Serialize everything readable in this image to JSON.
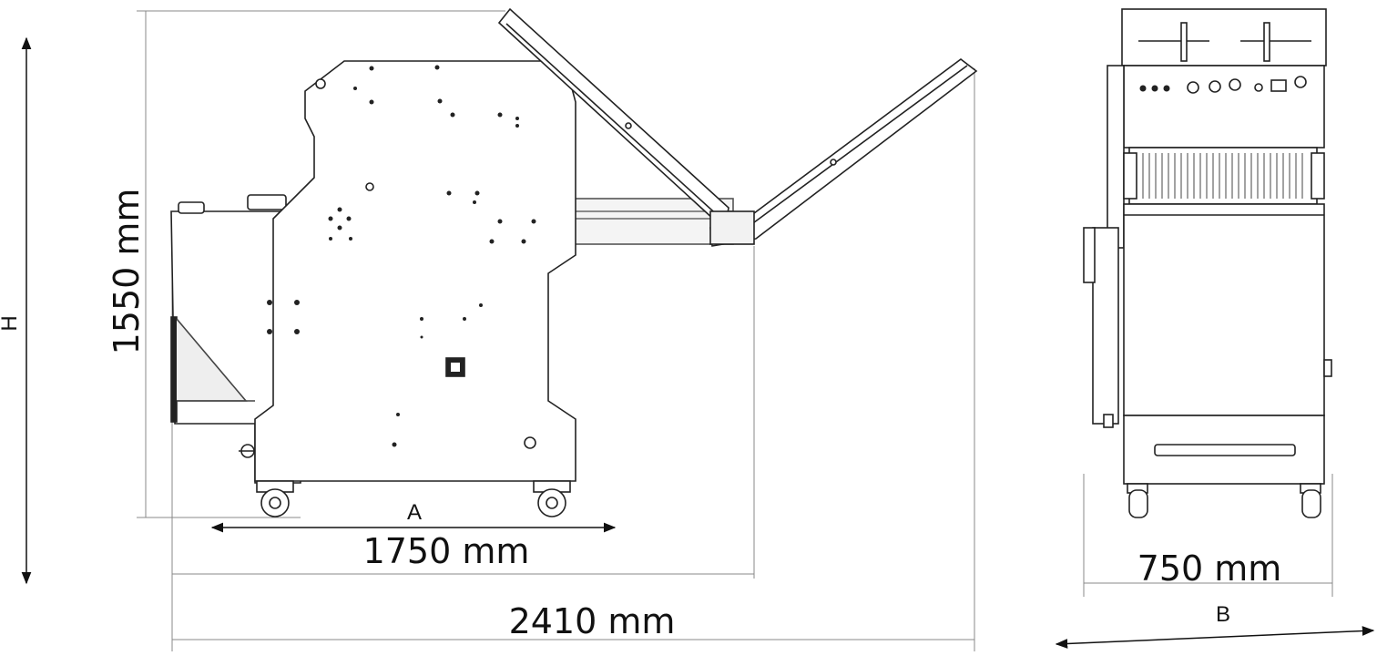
{
  "letters": {
    "h": "H",
    "a": "A",
    "b": "B"
  },
  "dimensions": {
    "height": "1550 mm",
    "length": "1750 mm",
    "total_length": "2410 mm",
    "width": "750 mm"
  }
}
